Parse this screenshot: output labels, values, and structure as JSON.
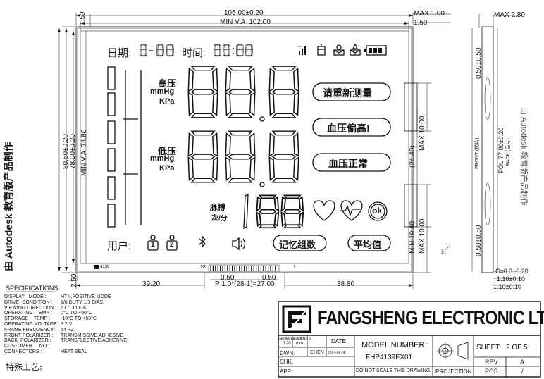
{
  "dimensions": {
    "overall_width": "105.00±0.20",
    "va_width": "MIN V.A  102.00",
    "top_margin": "1.50",
    "max_thickness_left": "MAX 1.00",
    "right_top_margin": "1.50",
    "max_thickness": "MAX 2.80",
    "overall_height": "80.50±0.20",
    "outline_height": "78.00±0.20",
    "va_height": "MIN V.A  74.80",
    "pin_left": "39.20",
    "pin_right": "38.80",
    "pin_gap_a": "0.50",
    "pin_gap_b": "0.50",
    "pin_pitch": "P 1.0*(28-1)=27.00",
    "bottom_margin": "2.50",
    "tab_a": "(24.40)",
    "tab_max_a": "MAX 10.00",
    "tab_min": "MIN 19.40",
    "tab_max_b": "MAX 10.00",
    "side_top": "0.50±0.50",
    "side_bottom": "0.50±0.50",
    "pol": "POL 77.00±0.20",
    "front_label": "FRONT (前片)",
    "back_label": "BACK (后片)",
    "c_dim": "C=0.3±0.20",
    "side_dim_a": "1.10±0.10",
    "side_dim_b": "1.10±0.10"
  },
  "lcd": {
    "date_label": "日期:",
    "date_digits": "8-88",
    "time_label": "时间:",
    "time_digits": "88:88",
    "high_label": "高压",
    "low_label": "低压",
    "unit_mmhg": "mmHg",
    "unit_kpa": "KPa",
    "pulse_label_a": "脉搏",
    "pulse_label_b": "次/分",
    "msg_1": "请重新测量",
    "msg_2": "血压偏高!",
    "msg_3": "血压正常",
    "user_label": "用户:",
    "user_1": "1",
    "user_2": "2",
    "memory_label": "记忆组数",
    "average_label": "平均值",
    "ok_label": "ok",
    "pin_1": "1",
    "pin_28": "28",
    "corner_mark": "4139"
  },
  "left_vertical_text": "由 Autodesk 教育版产品制作",
  "right_vertical_text": "由 Autodesk 教育版产品制作",
  "specs": {
    "heading": "SPECIFICATIONS",
    "rows": [
      {
        "key": "DISPLAY   MODE :",
        "value": "HTN,POSITIVE MODE"
      },
      {
        "key": "DRIVE  CONDITION :",
        "value": "1/6 DUTY 1/3 BIAS"
      },
      {
        "key": "VIEWING DIRECTION :",
        "value": "6 O'CLOCK"
      },
      {
        "key": "OPERATING  TEMP :",
        "value": "0°C TO +50°C"
      },
      {
        "key": "STORAGE    TEMP :",
        "value": "-10°C TO +60°C"
      },
      {
        "key": "OPERATING VOLTAGE:",
        "value": "3.2 V"
      },
      {
        "key": "FRAME FREQUENCY:",
        "value": "64 HZ"
      },
      {
        "key": "FRONT POLARIZER :",
        "value": "TRANSMISSIVE,ADHESIVE"
      },
      {
        "key": "BACK  POLARIZER :",
        "value": "TRANSFLECTIVE,ADHESIVE"
      },
      {
        "key": "CUSTOMER     NO.:",
        "value": ""
      },
      {
        "key": "CONNECTORS :",
        "value": "HEAT SEAL"
      }
    ],
    "note": "特殊工艺:"
  },
  "title_block": {
    "company": "FANGSHENG ELECTRONIC LTD",
    "general_tol_label": "GENERAL TOL",
    "general_tol_value": "0.20",
    "all_units_label": "ALL UNITS",
    "all_units_value": "mm",
    "date_label": "DATE",
    "dwn_label": "DWN:",
    "dwn_value": "CHEN",
    "dwn_date": "2024-08-08",
    "chk_label": "CHK:",
    "app_label": "APP:",
    "model_label": "MODEL NUMBER :",
    "model_value": "FHP4139FX01",
    "no_scale": "DO NOT SCALE THIS DRAWING.",
    "projection": "PROJECTION",
    "sheet_label": "SHEET:",
    "sheet_value": "2 OF 5",
    "rev_label": "REV",
    "rev_value": "A",
    "pcs_label": "PCS",
    "pcs_value": "/"
  }
}
